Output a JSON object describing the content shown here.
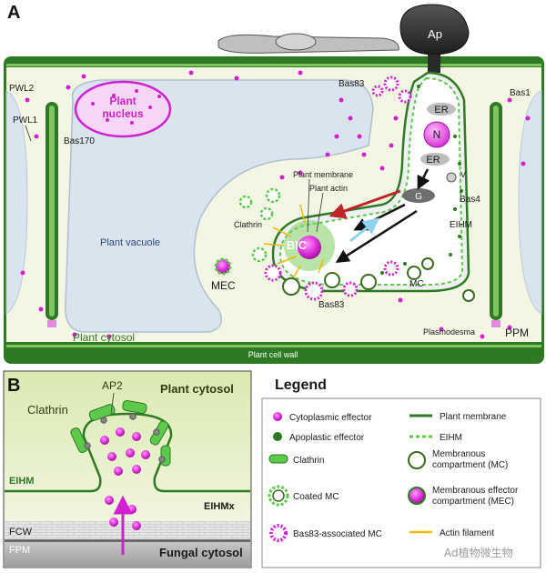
{
  "panel_a": {
    "letter": "A",
    "ap": "Ap",
    "plant_nucleus_line1": "Plant",
    "plant_nucleus_line2": "nucleus",
    "pwl2": "PWL2",
    "pwl1": "PWL1",
    "bas170": "Bas170",
    "bas83_top": "Bas83",
    "bas1": "Bas1",
    "er_top": "ER",
    "n": "N",
    "er_bottom": "ER",
    "v": "V",
    "g": "G",
    "bas4": "Bas4",
    "eihm": "EIHM",
    "plant_membrane": "Plant membrane",
    "plant_actin": "Plant actin",
    "clathrin": "Clathrin",
    "bic": "BIC",
    "plant_vacuole": "Plant vacuole",
    "mec": "MEC",
    "mc": "MC",
    "bas83_bottom": "Bas83",
    "plasmodesma": "Plasmodesma",
    "ppm": "PPM",
    "plant_cytosol": "Plant cytosol",
    "plant_cell_wall": "Plant cell wall"
  },
  "panel_b": {
    "letter": "B",
    "plant_cytosol": "Plant cytosol",
    "clathrin": "Clathrin",
    "ap2": "AP2",
    "eihm": "EIHM",
    "eihmx": "EIHMx",
    "fcw": "FCW",
    "fpm": "FPM",
    "fungal_cytosol": "Fungal cytosol"
  },
  "legend": {
    "title": "Legend",
    "items": [
      {
        "label": "Cytoplasmic effector"
      },
      {
        "label": "Plant membrane"
      },
      {
        "label": "Apoplastic effector"
      },
      {
        "label": "EIHM"
      },
      {
        "label": "Clathrin"
      },
      {
        "label_line1": "Membranous",
        "label_line2": "compartment (MC)"
      },
      {
        "label": "Coated MC"
      },
      {
        "label_line1": "Membranous effector",
        "label_line2": "compartment (MEC)"
      },
      {
        "label": "Bas83-associated MC"
      },
      {
        "label": "Actin filament"
      }
    ]
  },
  "watermark": "Ad植物微生物",
  "colors": {
    "magenta": "#d21fcf",
    "green_dark": "#2c7a1e",
    "green_light": "#5dc94a",
    "vacuole": "#d9e4ee",
    "cytosol": "#f4f6e4",
    "wall": "#2e7a24",
    "actin": "#f2b800",
    "red_arrow": "#c0242b",
    "blue_arrow": "#8ed3ee"
  }
}
